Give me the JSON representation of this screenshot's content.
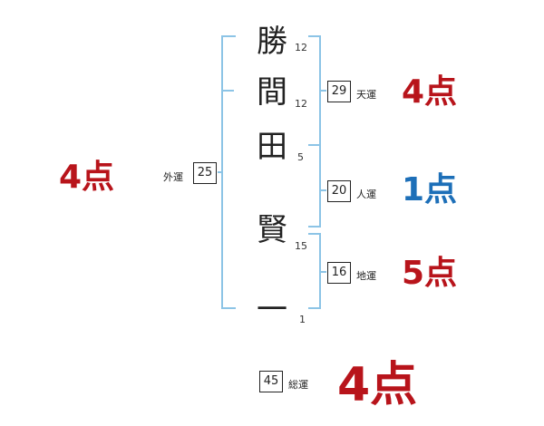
{
  "name_chars": [
    {
      "char": "勝",
      "strokes": "12"
    },
    {
      "char": "間",
      "strokes": "12"
    },
    {
      "char": "田",
      "strokes": "5"
    },
    {
      "char": "賢",
      "strokes": "15"
    },
    {
      "char": "一",
      "strokes": "1"
    }
  ],
  "fortunes": {
    "ten": {
      "value": "29",
      "label": "天運",
      "score": "4点"
    },
    "jin": {
      "value": "20",
      "label": "人運",
      "score": "1点"
    },
    "chi": {
      "value": "16",
      "label": "地運",
      "score": "5点"
    },
    "gai": {
      "value": "25",
      "label": "外運",
      "score": "4点"
    },
    "sou": {
      "value": "45",
      "label": "総運",
      "score": "4点"
    }
  },
  "colors": {
    "bracket": "#8cc4e6",
    "score_red": "#b8141b",
    "score_blue": "#1d6fb8"
  }
}
